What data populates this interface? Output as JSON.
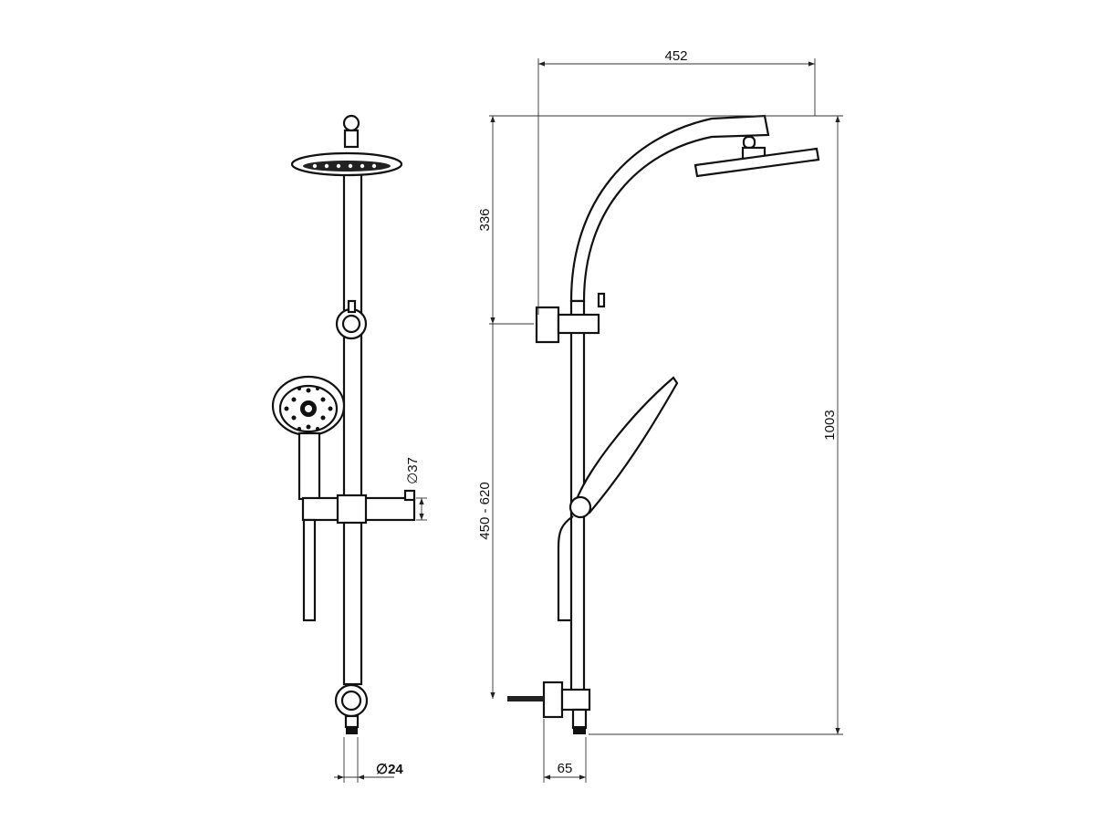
{
  "dimensions": {
    "head_diameter": "∅37",
    "rail_diameter": "∅24",
    "arm_reach": "452",
    "arm_height": "336",
    "bracket_spacing": "450 - 620",
    "total_height": "1003",
    "wall_offset": "65"
  }
}
